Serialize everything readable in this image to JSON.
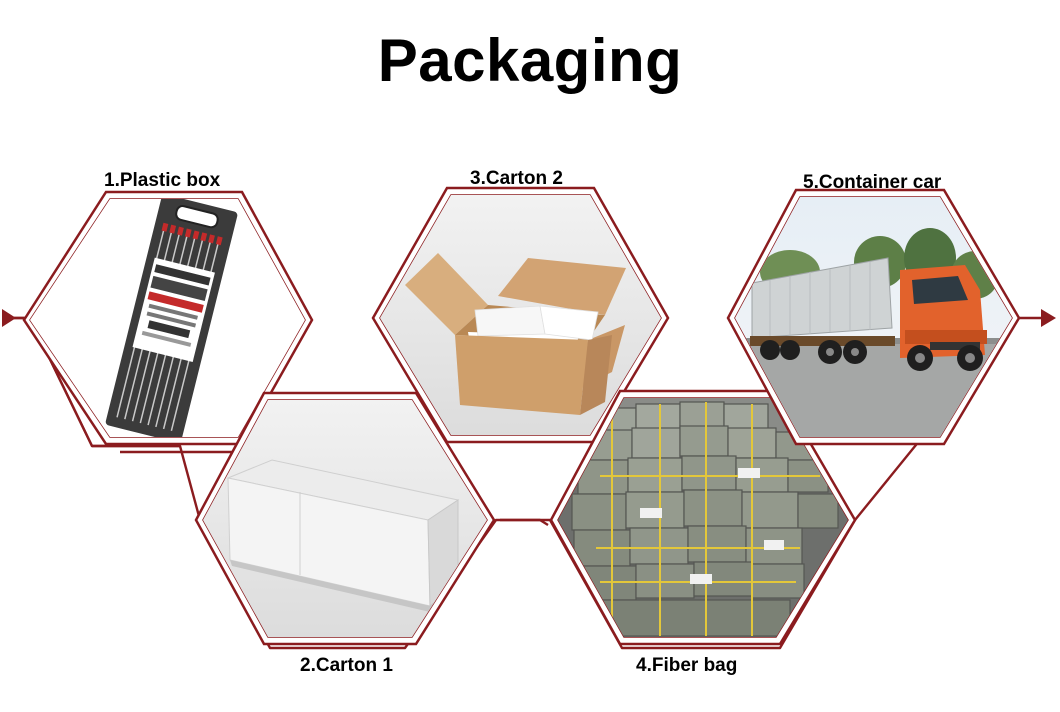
{
  "page": {
    "title": "Packaging",
    "accent_color": "#8b1c1f",
    "items": [
      {
        "label": "1.Plastic box",
        "image": "tungsten-electrode-plastic-box"
      },
      {
        "label": "2.Carton 1",
        "image": "white-carton-box"
      },
      {
        "label": "3.Carton 2",
        "image": "open-brown-carton-with-white-boxes"
      },
      {
        "label": "4.Fiber bag",
        "image": "pallet-of-fiber-bags"
      },
      {
        "label": "5.Container car",
        "image": "orange-container-truck"
      }
    ]
  }
}
